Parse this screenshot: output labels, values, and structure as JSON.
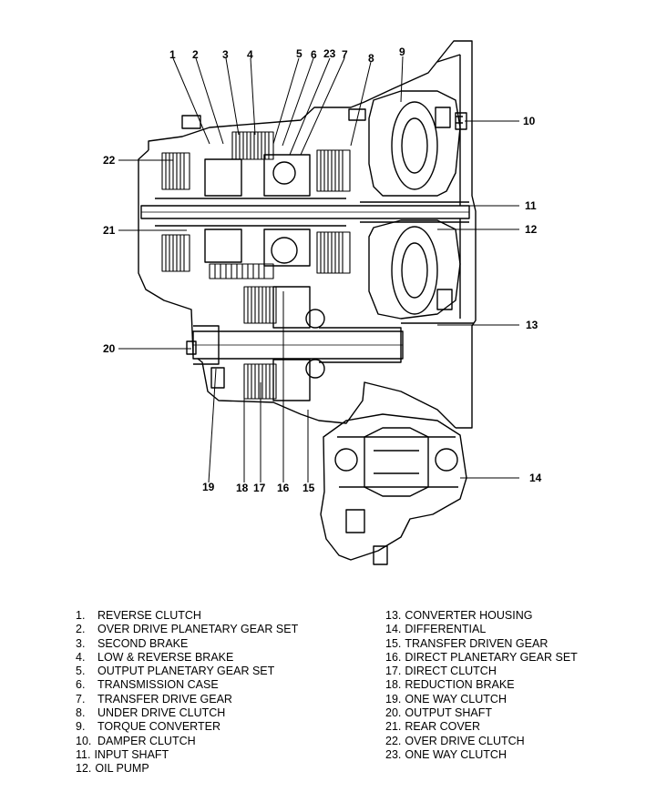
{
  "callouts": [
    "1",
    "2",
    "3",
    "4",
    "5",
    "6",
    "23",
    "7",
    "8",
    "9",
    "10",
    "11",
    "12",
    "13",
    "14",
    "15",
    "16",
    "17",
    "18",
    "19",
    "20",
    "21",
    "22"
  ],
  "legend": {
    "left": [
      {
        "num": "1.",
        "text": "REVERSE CLUTCH"
      },
      {
        "num": "2.",
        "text": "OVER DRIVE PLANETARY GEAR SET"
      },
      {
        "num": "3.",
        "text": "SECOND BRAKE"
      },
      {
        "num": "4.",
        "text": "LOW & REVERSE BRAKE"
      },
      {
        "num": "5.",
        "text": "OUTPUT PLANETARY GEAR SET"
      },
      {
        "num": "6.",
        "text": "TRANSMISSION CASE"
      },
      {
        "num": "7.",
        "text": "TRANSFER DRIVE GEAR"
      },
      {
        "num": "8.",
        "text": "UNDER DRIVE CLUTCH"
      },
      {
        "num": "9.",
        "text": "TORQUE CONVERTER"
      },
      {
        "num": "10.",
        "text": "DAMPER CLUTCH"
      },
      {
        "num": "11.",
        "text": "INPUT SHAFT"
      },
      {
        "num": "12.",
        "text": "OIL PUMP"
      }
    ],
    "right": [
      {
        "num": "13.",
        "text": "CONVERTER HOUSING"
      },
      {
        "num": "14.",
        "text": "DIFFERENTIAL"
      },
      {
        "num": "15.",
        "text": "TRANSFER DRIVEN GEAR"
      },
      {
        "num": "16.",
        "text": "DIRECT PLANETARY GEAR SET"
      },
      {
        "num": "17.",
        "text": "DIRECT CLUTCH"
      },
      {
        "num": "18.",
        "text": "REDUCTION BRAKE"
      },
      {
        "num": "19.",
        "text": "ONE WAY CLUTCH"
      },
      {
        "num": "20.",
        "text": "OUTPUT SHAFT"
      },
      {
        "num": "21.",
        "text": "REAR COVER"
      },
      {
        "num": "22.",
        "text": "OVER DRIVE CLUTCH"
      },
      {
        "num": "23.",
        "text": "ONE WAY CLUTCH"
      }
    ]
  }
}
